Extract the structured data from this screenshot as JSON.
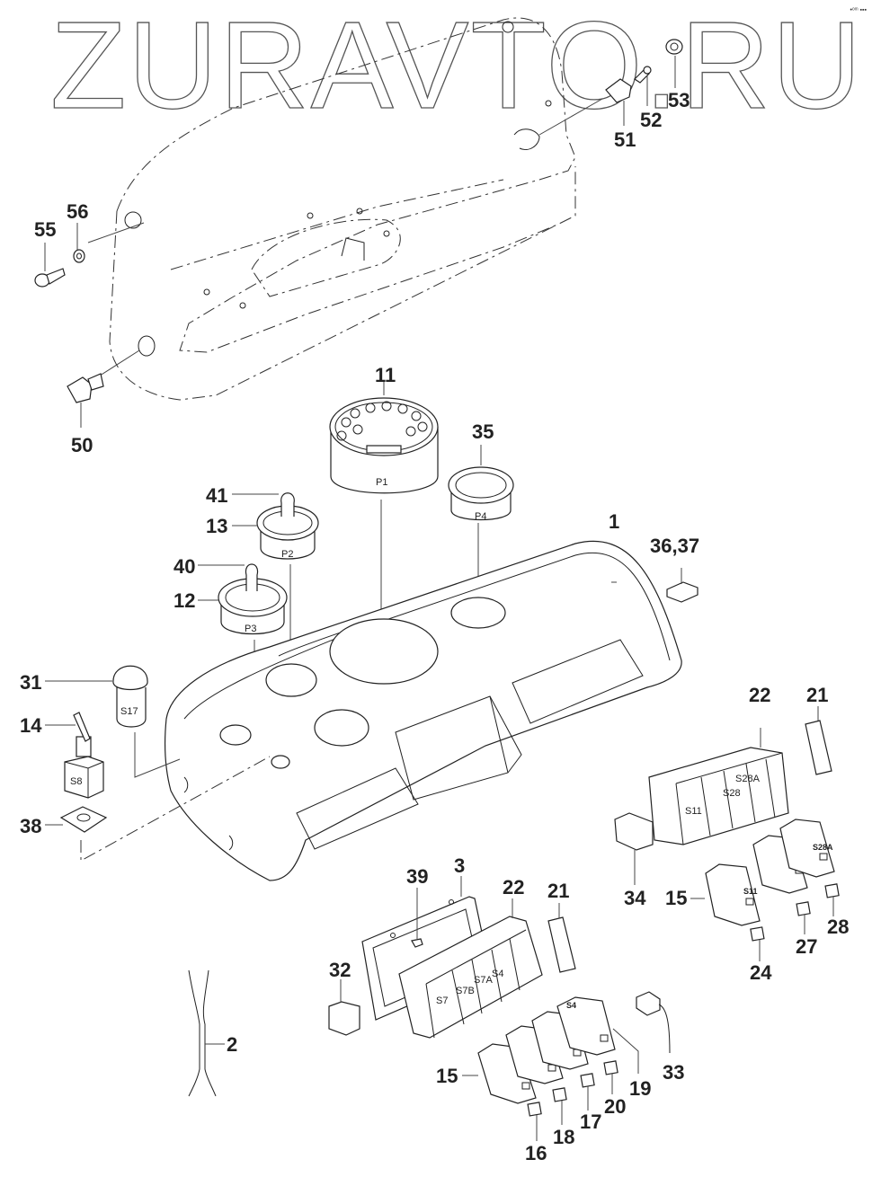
{
  "watermark": "ZURAVTO.RU",
  "corner_mark": "•ᵒᵐ ▪▪▪",
  "diagram_title": "Instrument panel exploded parts diagram",
  "callouts": {
    "c1": "1",
    "c2": "2",
    "c3": "3",
    "c11": "11",
    "c12": "12",
    "c13": "13",
    "c14": "14",
    "c15a": "15",
    "c15b": "15",
    "c16": "16",
    "c17": "17",
    "c18": "18",
    "c19": "19",
    "c20": "20",
    "c21a": "21",
    "c21b": "21",
    "c22a": "22",
    "c22b": "22",
    "c24": "24",
    "c27": "27",
    "c28": "28",
    "c31": "31",
    "c32": "32",
    "c33": "33",
    "c34": "34",
    "c35": "35",
    "c3637": "36,37",
    "c38": "38",
    "c39": "39",
    "c40": "40",
    "c41": "41",
    "c50": "50",
    "c51": "51",
    "c52": "52",
    "c53": "53",
    "c55": "55",
    "c56": "56"
  },
  "part_labels": {
    "p1": "P1",
    "p2": "P2",
    "p3": "P3",
    "p4": "P4",
    "s17": "S17",
    "s8": "S8",
    "holder_right": [
      "S11",
      "S28",
      "S28A"
    ],
    "holder_left": [
      "S7",
      "S7B",
      "S7A",
      "S4"
    ],
    "switches_right": [
      "S11",
      "S28",
      "S28A"
    ],
    "switches_left": [
      "S7",
      "S7B",
      "S7A",
      "S4"
    ]
  }
}
